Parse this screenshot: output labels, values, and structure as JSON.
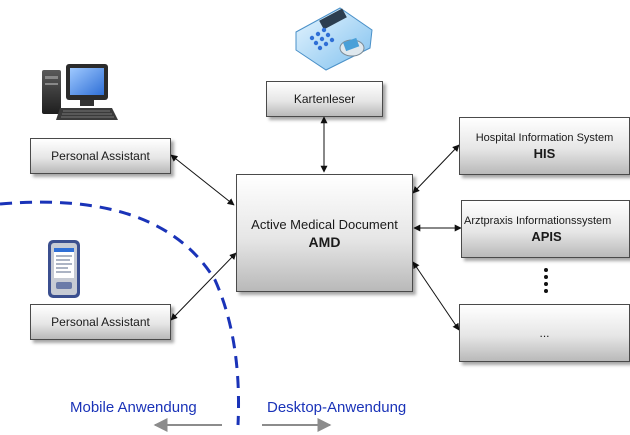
{
  "nodes": {
    "card_reader": "Kartenleser",
    "pa_top": "Personal Assistant",
    "pa_bottom": "Personal Assistant",
    "amd_title": "Active Medical Document",
    "amd_abbr": "AMD",
    "his_title": "Hospital Information System",
    "his_abbr": "HIS",
    "apis_title": "Arztpraxis Informationssystem",
    "apis_abbr": "APIS",
    "more": "..."
  },
  "zones": {
    "mobile": "Mobile Anwendung",
    "desktop": "Desktop-Anwendung"
  },
  "colors": {
    "zone_boundary": "#1a33b8",
    "zone_label": "#1a33b8",
    "connector": "#111111",
    "zone_arrow": "#8c8c8c"
  },
  "icons": [
    "card-reader-device-icon",
    "desktop-computer-icon",
    "pda-device-icon"
  ]
}
